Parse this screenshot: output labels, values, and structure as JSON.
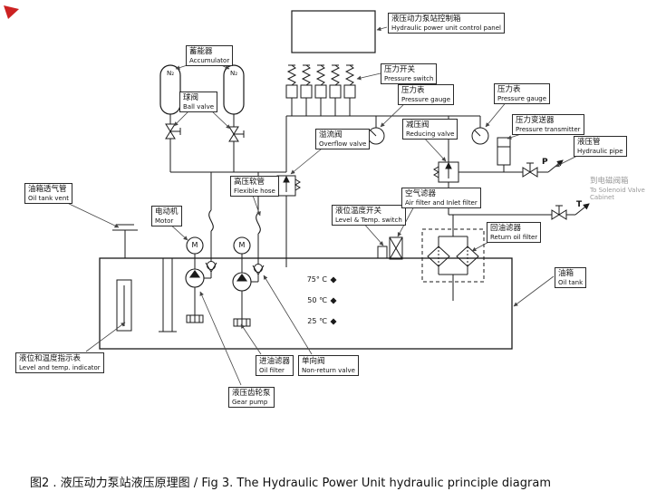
{
  "caption": "图2 . 液压动力泵站液压原理图 / Fig 3. The Hydraulic Power Unit hydraulic principle diagram",
  "labels": {
    "control_panel": {
      "zh": "液压动力泵站控制箱",
      "en": "Hydraulic power unit control panel"
    },
    "accumulator": {
      "zh": "蓄能器",
      "en": "Accumulator"
    },
    "ball_valve": {
      "zh": "球阀",
      "en": "Ball valve"
    },
    "pressure_switch": {
      "zh": "压力开关",
      "en": "Pressure switch"
    },
    "pressure_gauge_1": {
      "zh": "压力表",
      "en": "Pressure gauge"
    },
    "pressure_gauge_2": {
      "zh": "压力表",
      "en": "Pressure gauge"
    },
    "reducing_valve": {
      "zh": "减压阀",
      "en": "Reducing valve"
    },
    "pressure_transmitter": {
      "zh": "压力变送器",
      "en": "Pressure transmitter"
    },
    "hydraulic_pipe": {
      "zh": "液压管",
      "en": "Hydraulic pipe"
    },
    "to_solenoid": {
      "zh": "到电磁阀箱",
      "en": "To Solenoid Valve Cabinet"
    },
    "overflow_valve": {
      "zh": "溢流阀",
      "en": "Overflow valve"
    },
    "flexible_hose": {
      "zh": "高压软管",
      "en": "Flexible hose"
    },
    "oil_tank_vent": {
      "zh": "油箱透气管",
      "en": "Oil tank vent"
    },
    "motor": {
      "zh": "电动机",
      "en": "Motor"
    },
    "level_temp_switch": {
      "zh": "液位温度开关",
      "en": "Level & Temp. switch"
    },
    "air_filter": {
      "zh": "空气滤器",
      "en": "Air filter and Inlet filter"
    },
    "return_oil_filter": {
      "zh": "回油滤器",
      "en": "Return oil filter"
    },
    "oil_tank": {
      "zh": "油箱",
      "en": "Oil tank"
    },
    "level_temp_indicator": {
      "zh": "液位和温度指示表",
      "en": "Level and temp. indicator"
    },
    "oil_filter": {
      "zh": "进油滤器",
      "en": "Oil filter"
    },
    "gear_pump": {
      "zh": "液压齿轮泵",
      "en": "Gear pump"
    },
    "non_return_valve": {
      "zh": "单向阀",
      "en": "Non-return valve"
    }
  },
  "markers": {
    "n2_left": "N₂",
    "n2_right": "N₂",
    "motor_left": "M",
    "motor_right": "M",
    "port_p": "P",
    "port_t": "T",
    "temp_75": "75° C",
    "temp_50": "50 ℃",
    "temp_25": "25 ℃"
  },
  "colors": {
    "line": "#1a1a1a",
    "leader": "#444444",
    "faint": "#9a9a9a",
    "red_marker": "#cc2222"
  }
}
